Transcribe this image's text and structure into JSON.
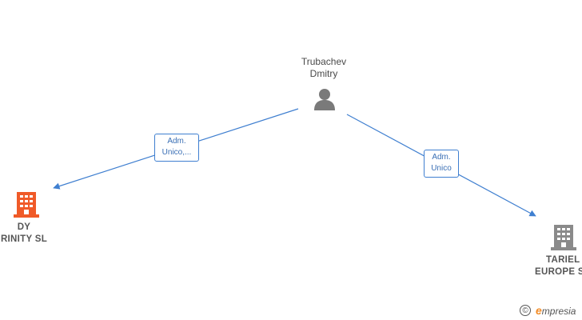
{
  "nodes": {
    "person": {
      "line1": "Trubachev",
      "line2": "Dmitry"
    },
    "company_left": {
      "line1": "DY",
      "line2": "RINITY  SL",
      "color": "#f05a28"
    },
    "company_right": {
      "line1": "TARIEL",
      "line2": "EUROPE  S",
      "color": "#8a8a8a"
    }
  },
  "edges": {
    "left": {
      "line1": "Adm.",
      "line2": "Unico,..."
    },
    "right": {
      "line1": "Adm.",
      "line2": "Unico"
    },
    "color": "#3f7fd0"
  },
  "brand": {
    "copyright": "©",
    "initial": "e",
    "rest": "mpresia"
  }
}
